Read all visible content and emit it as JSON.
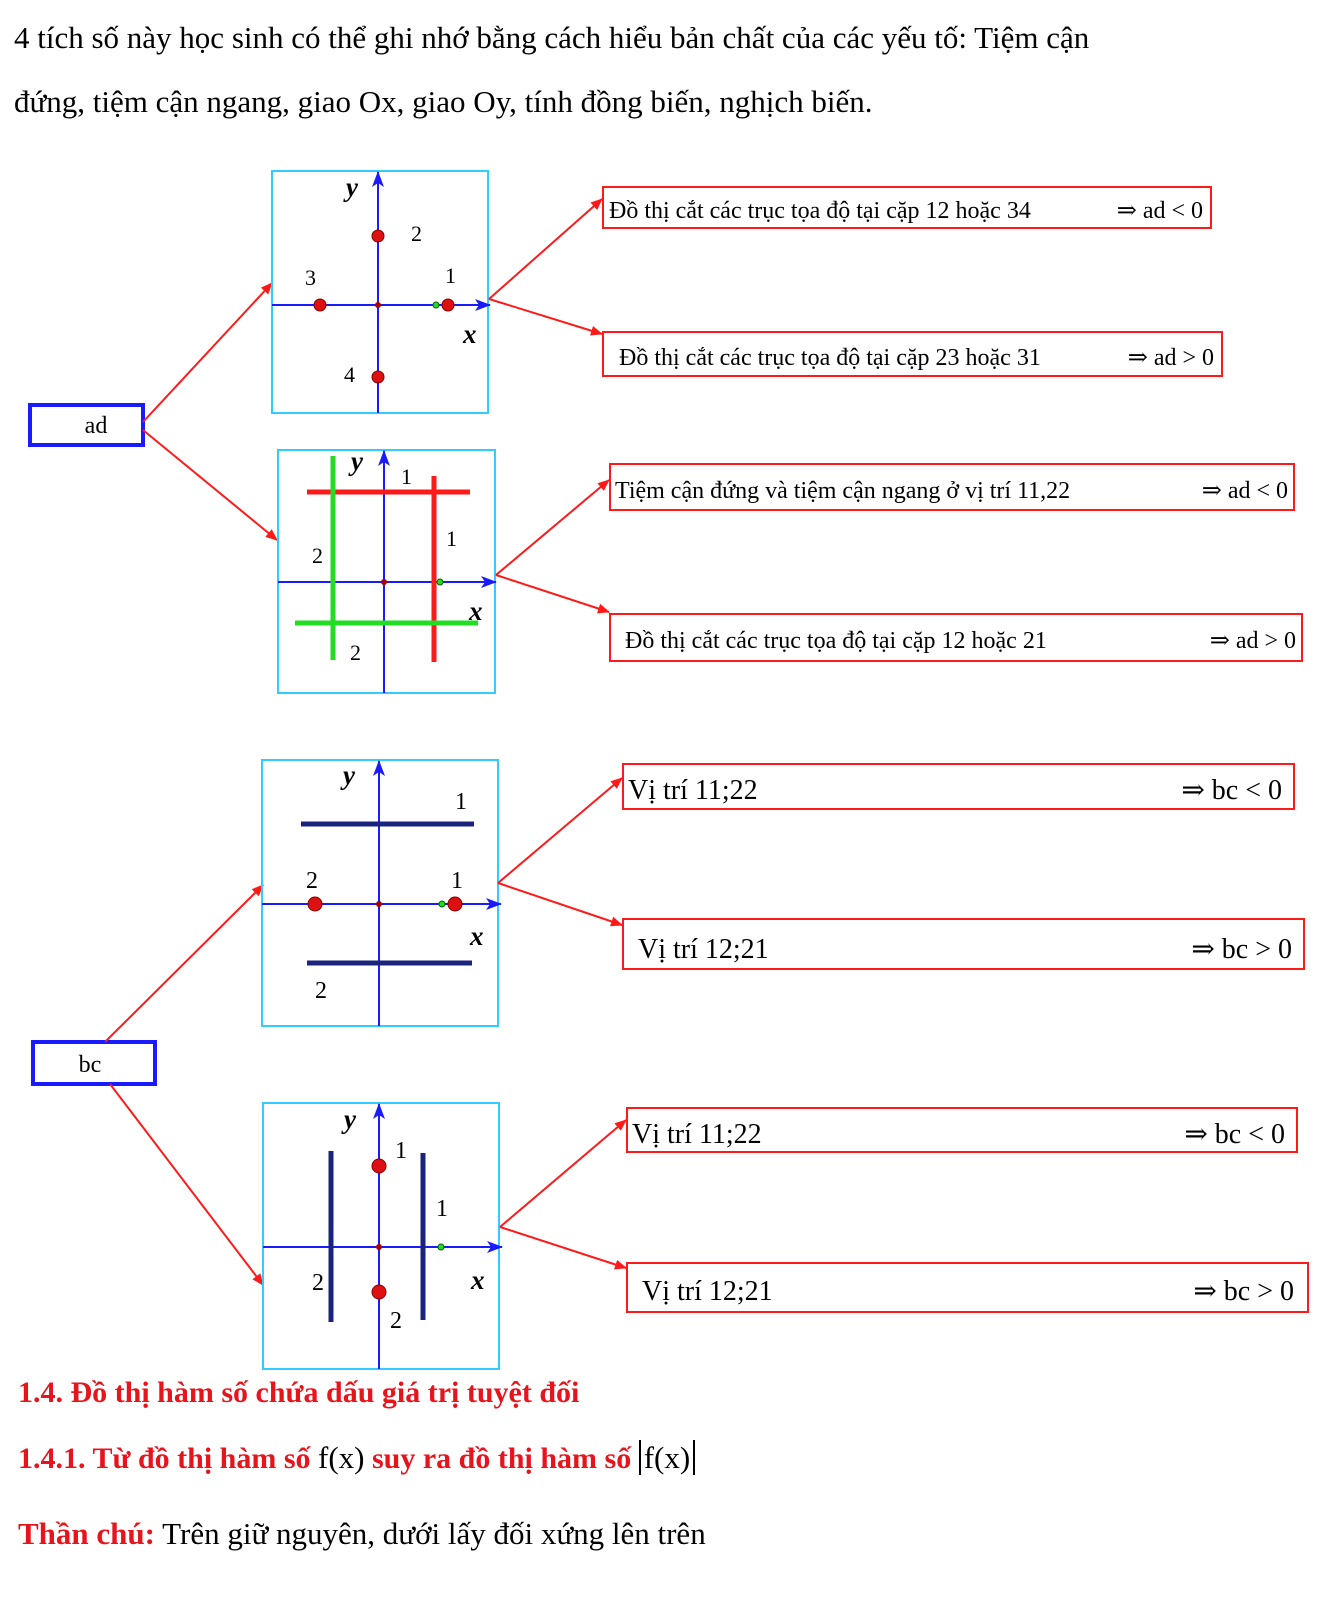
{
  "intro": {
    "line1": "4 tích số này học sinh có thể ghi nhớ bằng cách hiểu bản chất của các yếu tố: Tiệm cận",
    "line2": "đứng, tiệm cận ngang, giao  Ox,  giao  Oy, tính đồng biến, nghịch biến."
  },
  "colors": {
    "frame": "#33ccff",
    "axis": "#1a1aff",
    "arrow": "#ff1a1a",
    "point": "#dd1111",
    "green": "#22dd22",
    "navy": "#1a237e",
    "group_box": "#1a1aff"
  },
  "groups": {
    "ad": {
      "label": "ad"
    },
    "bc": {
      "label": "bc"
    }
  },
  "axis_labels": {
    "x": "x",
    "y": "y"
  },
  "graph1": {
    "labels": [
      "2",
      "3",
      "1",
      "4"
    ]
  },
  "graph2": {
    "labels": [
      "1",
      "1",
      "2",
      "2"
    ]
  },
  "graph3": {
    "labels": [
      "1",
      "2",
      "1",
      "2"
    ]
  },
  "graph4": {
    "labels": [
      "1",
      "1",
      "2",
      "2"
    ]
  },
  "boxes": {
    "b1": {
      "text": "Đồ thị cắt các trục tọa độ tại cặp 12 hoặc 34",
      "result": "⇒ ad < 0"
    },
    "b2": {
      "text": "Đồ thị cắt các trục tọa độ tại cặp 23 hoặc 31",
      "result": "⇒ ad > 0"
    },
    "b3": {
      "text": "Tiệm cận đứng và tiệm cận ngang ở vị trí 11,22",
      "result": "⇒ ad < 0"
    },
    "b4": {
      "text": "Đồ thị cắt các trục tọa độ tại cặp 12 hoặc 21",
      "result": "⇒ ad > 0"
    },
    "b5": {
      "text": "Vị trí 11;22",
      "result": "⇒ bc < 0"
    },
    "b6": {
      "text": "Vị trí 12;21",
      "result": "⇒ bc > 0"
    },
    "b7": {
      "text": "Vị trí 11;22",
      "result": "⇒ bc < 0"
    },
    "b8": {
      "text": "Vị trí 12;21",
      "result": "⇒ bc > 0"
    }
  },
  "headings": {
    "h1": "1.4. Đồ thị hàm số chứa dấu giá trị tuyệt đối",
    "h2_prefix": "1.4.1. Từ đồ thị hàm số ",
    "h2_math1": "f(x)",
    "h2_middle": " suy ra đồ thị hàm số ",
    "h2_math2": "f(x)"
  },
  "mantra": {
    "label": "Thần chú:",
    "text": " Trên giữ nguyên, dưới lấy đối xứng lên trên"
  }
}
